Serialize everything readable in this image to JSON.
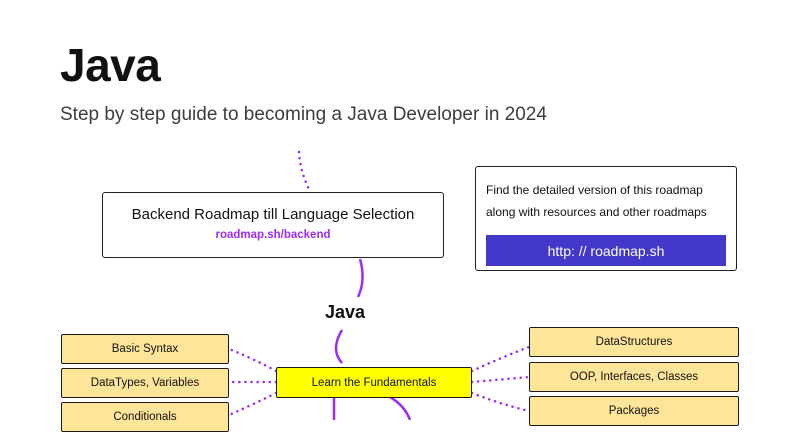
{
  "header": {
    "title": "Java",
    "subtitle": "Step by step guide to becoming a Java Developer in 2024"
  },
  "backend_box": {
    "title": "Backend Roadmap till Language Selection",
    "link": "roadmap.sh/backend"
  },
  "info_box": {
    "line1": "Find the detailed version of this roadmap",
    "line2": "along with resources and other roadmaps",
    "link": "http: // roadmap.sh"
  },
  "center_label": "Java",
  "main_topic": "Learn the Fundamentals",
  "left_topics": [
    "Basic Syntax",
    "DataTypes, Variables",
    "Conditionals"
  ],
  "right_topics": [
    "DataStructures",
    "OOP, Interfaces, Classes",
    "Packages"
  ],
  "colors": {
    "connector": "#9a2cf5",
    "main_topic_fill": "#ffff00",
    "subtopic_fill": "#ffe599",
    "link_button": "#4338ca"
  }
}
